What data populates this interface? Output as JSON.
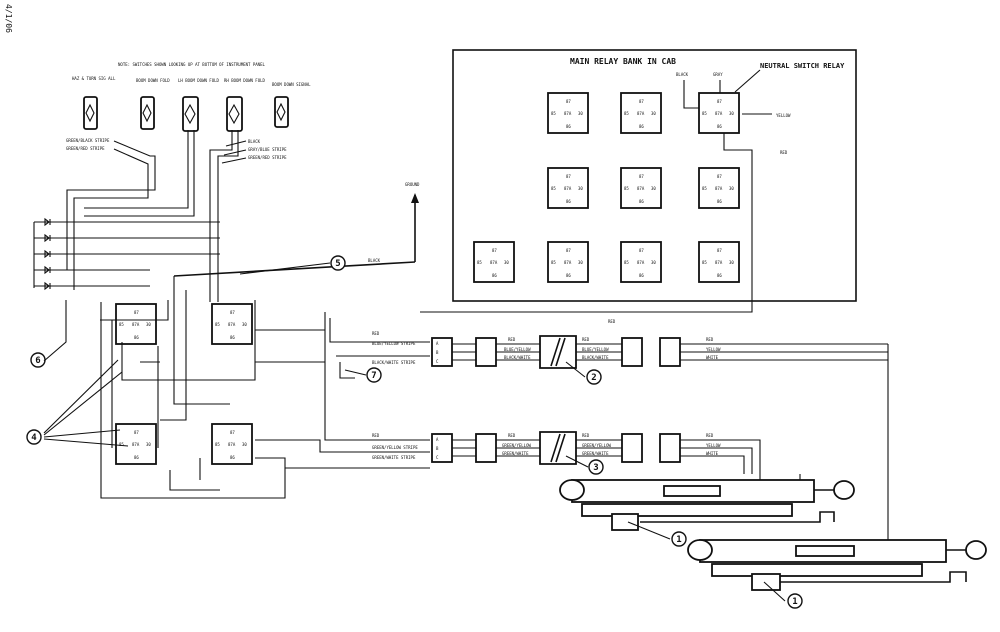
{
  "page_mark": "4/1/06",
  "note": "NOTE: SWITCHES SHOWN LOOKING UP AT BOTTOM OF INSTRUMENT PANEL",
  "switches": [
    {
      "label": "HAZ & TURN SIG ALL"
    },
    {
      "label": "BOOM DOWN FOLD"
    },
    {
      "label": "LH BOOM DOWN FOLD"
    },
    {
      "label": "RH BOOM DOWN FOLD"
    },
    {
      "label": "BOOM DOWN SIGNAL"
    }
  ],
  "left_wire_labels": [
    "GREEN/BLACK STRIPE",
    "GREEN/RED STRIPE"
  ],
  "right_wire_labels": [
    "BLACK",
    "GRAY/BLUE STRIPE",
    "GREEN/RED STRIPE"
  ],
  "relay_bank": {
    "title": "MAIN RELAY BANK IN CAB",
    "neutral_switch": "NEUTRAL SWITCH RELAY",
    "wire_black": "BLACK",
    "wire_gray": "GRAY",
    "wire_yellow": "YELLOW",
    "wire_red": "RED"
  },
  "ground_label": "GROUND",
  "black_wire_label": "BLACK",
  "red_label": "RED",
  "harness_top": {
    "wire1": "RED",
    "wire2": "BLUE/YELLOW STRIPE",
    "wire3": "BLACK/WHITE STRIPE",
    "mid1": "RED",
    "mid2": "BLUE/YELLOW",
    "mid3": "BLACK/WHITE",
    "right1": "RED",
    "right2": "YELLOW",
    "right3": "WHITE"
  },
  "harness_bottom": {
    "wire1": "RED",
    "wire2": "GREEN/YELLOW STRIPE",
    "wire3": "GREEN/WHITE STRIPE",
    "mid1": "RED",
    "mid2": "GREEN/YELLOW",
    "mid3": "GREEN/WHITE",
    "right1": "RED",
    "right2": "YELLOW",
    "right3": "WHITE"
  },
  "callouts": [
    "1",
    "1",
    "2",
    "3",
    "4",
    "5",
    "6",
    "7"
  ],
  "relay_pin": {
    "top": "87",
    "mid": "30",
    "center": "87A",
    "bottom": "86",
    "left": "85"
  },
  "connector_pins": [
    "A",
    "B",
    "C"
  ]
}
